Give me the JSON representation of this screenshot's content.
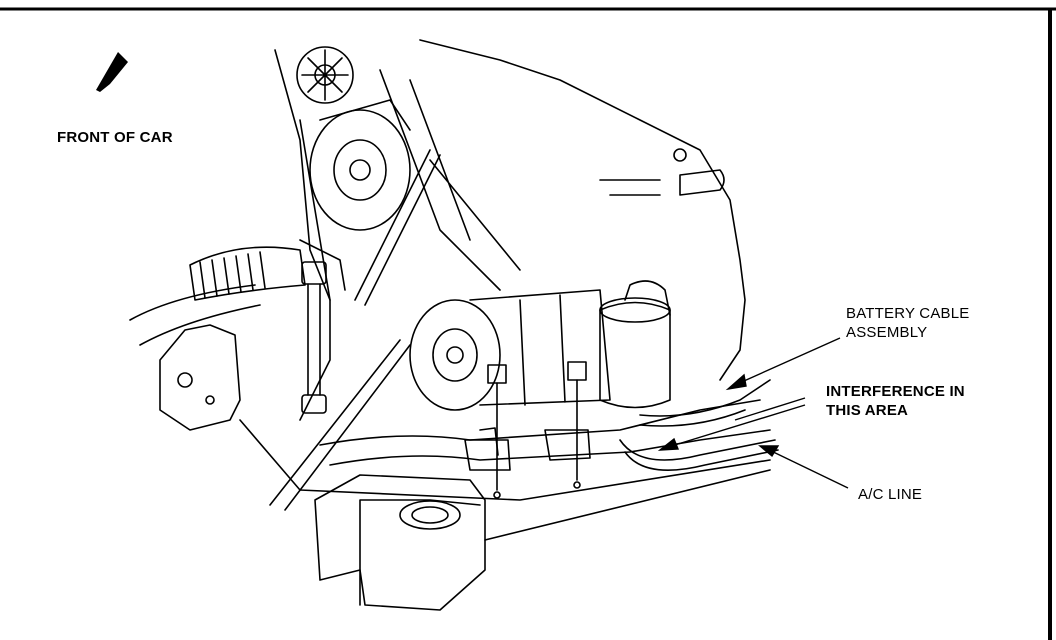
{
  "labels": {
    "front_of_car": "FRONT OF CAR",
    "battery_cable": [
      "BATTERY CABLE",
      "ASSEMBLY"
    ],
    "interference": [
      "INTERFERENCE IN",
      "THIS AREA"
    ],
    "ac_line": "A/C LINE"
  },
  "colors": {
    "ink": "#000000",
    "paper": "#ffffff"
  }
}
